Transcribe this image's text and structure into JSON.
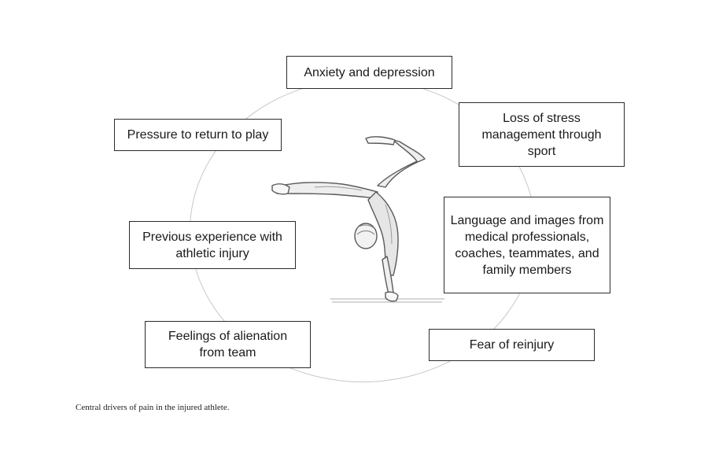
{
  "drivers": {
    "anxiety": "Anxiety and depression",
    "pressure": "Pressure to return to play",
    "loss_stress": "Loss of stress management through sport",
    "language": "Language and images from medical professionals, coaches, teammates, and family members",
    "previous": "Previous experience with athletic injury",
    "alienation": "Feelings of alienation from team",
    "fear": "Fear of reinjury"
  },
  "caption": "Central drivers of pain in the injured athlete.",
  "illustration": {
    "icon": "gymnast-handstand-icon",
    "colors": {
      "line": "#5a5a5a",
      "shade": "#9a9a9a",
      "beam": "#bdbdbd"
    }
  }
}
